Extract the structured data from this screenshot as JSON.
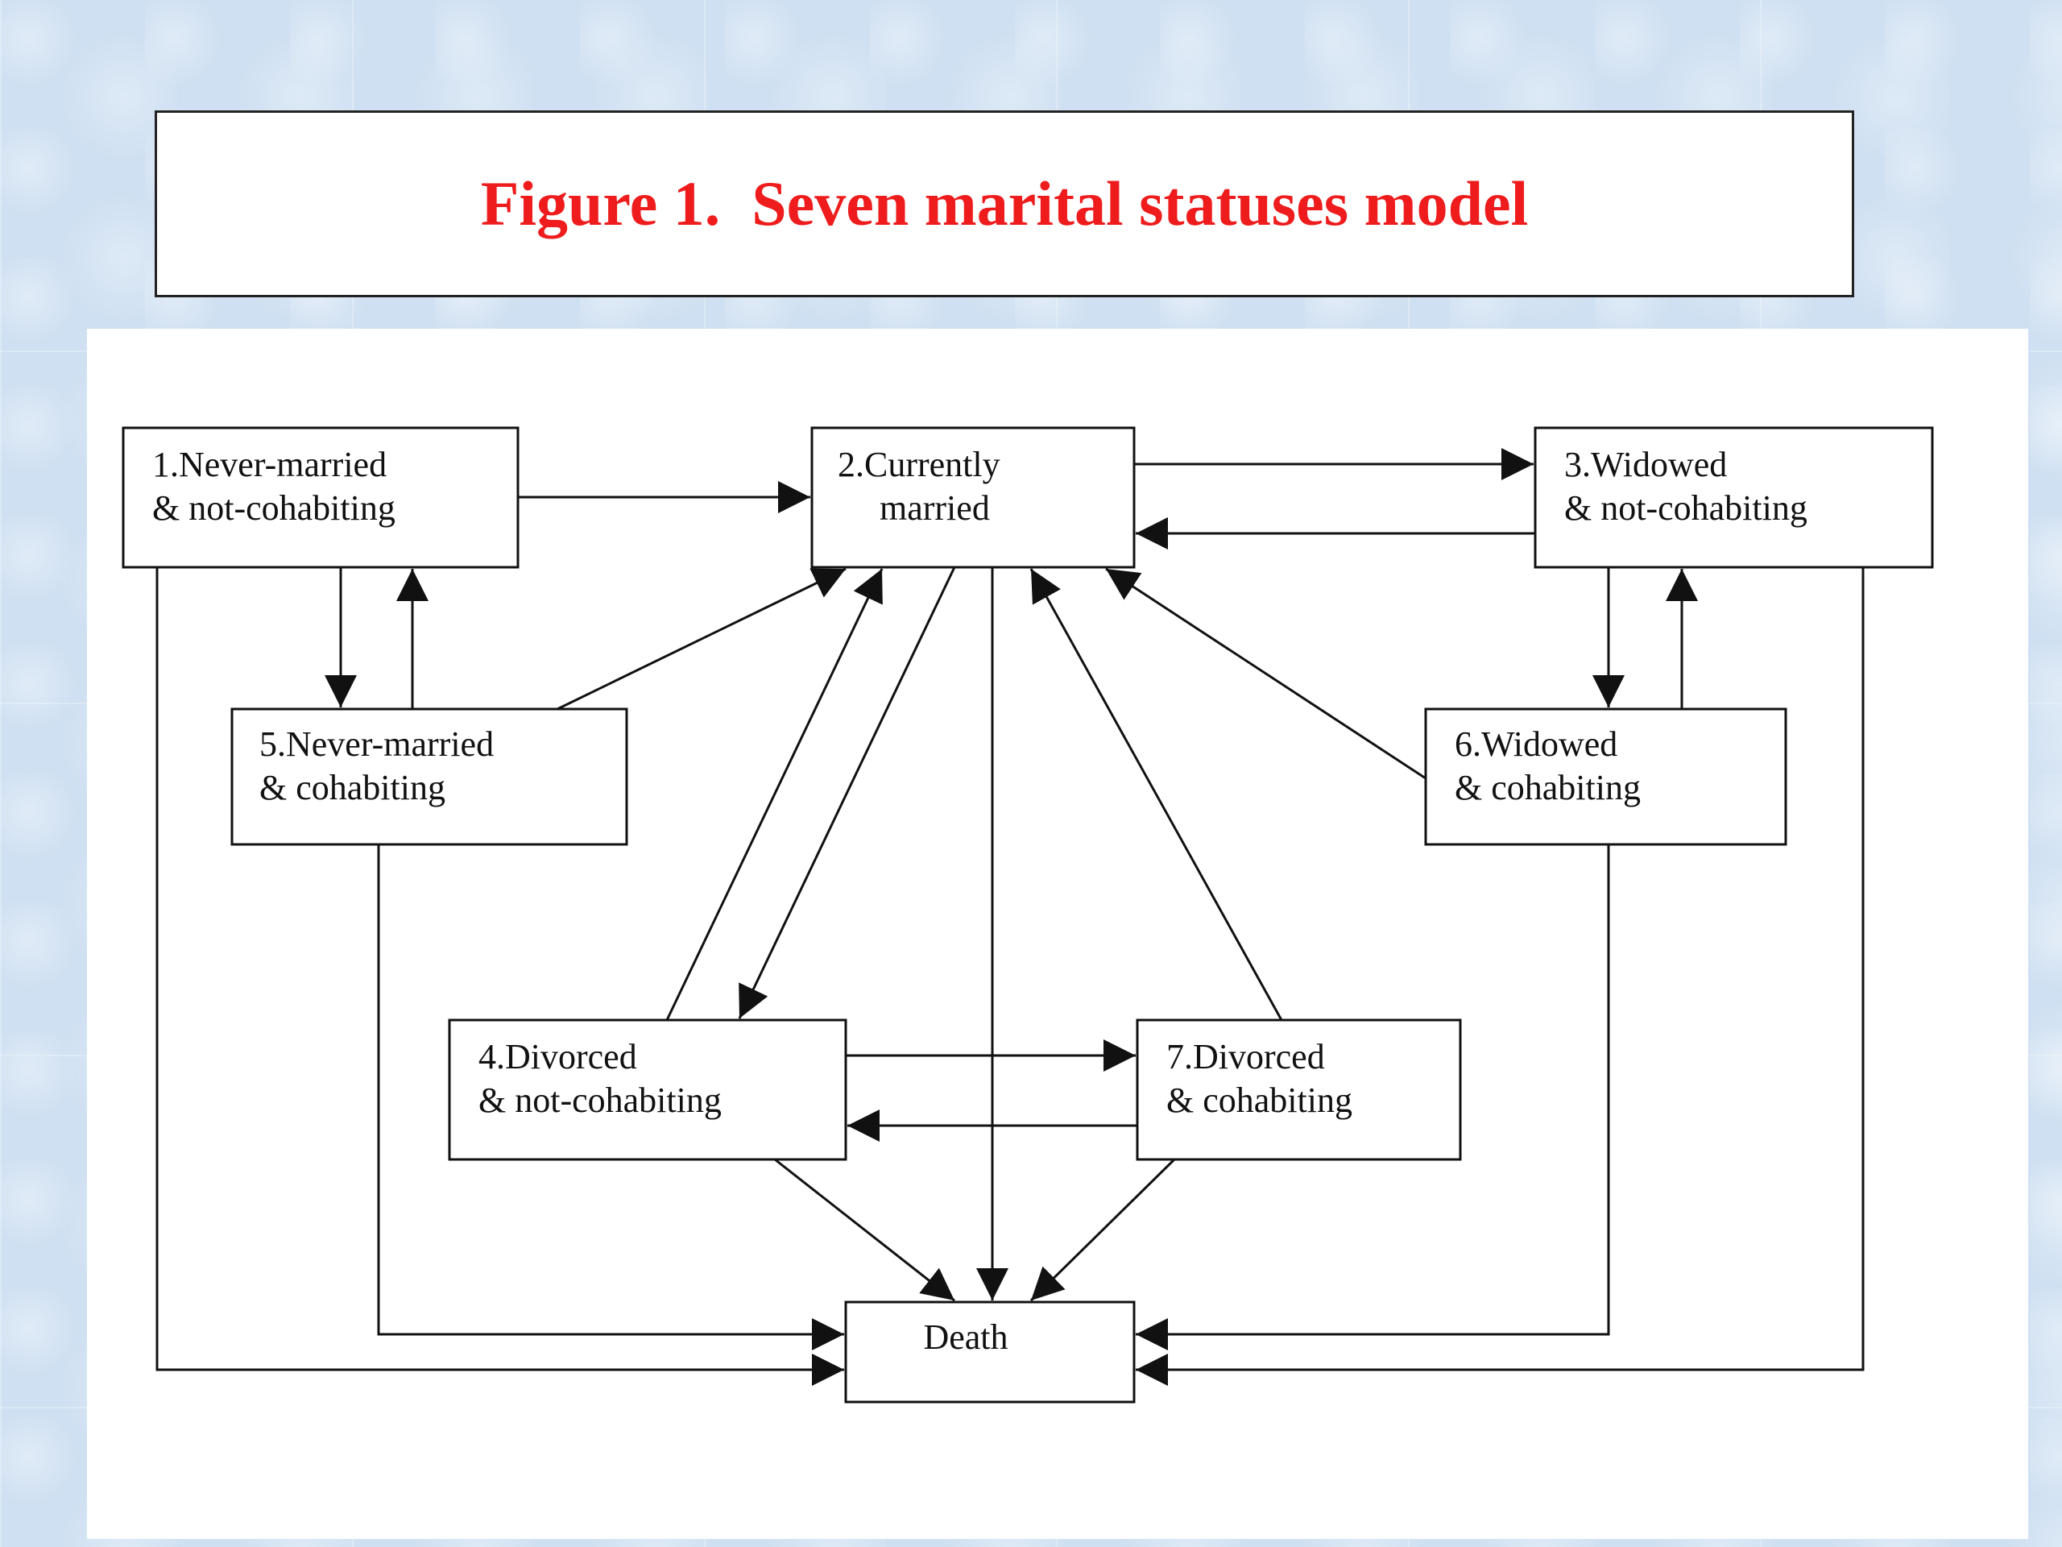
{
  "title": "Figure 1.  Seven marital statuses model",
  "nodes": [
    {
      "id": "n1",
      "lines": [
        "1.Never-married",
        "& not-cohabiting"
      ]
    },
    {
      "id": "n2",
      "lines": [
        "2.Currently",
        "married"
      ]
    },
    {
      "id": "n3",
      "lines": [
        "3.Widowed",
        "& not-cohabiting"
      ]
    },
    {
      "id": "n4",
      "lines": [
        "4.Divorced",
        "& not-cohabiting"
      ]
    },
    {
      "id": "n5",
      "lines": [
        "5.Never-married",
        "& cohabiting"
      ]
    },
    {
      "id": "n6",
      "lines": [
        "6.Widowed",
        "& cohabiting"
      ]
    },
    {
      "id": "n7",
      "lines": [
        "7.Divorced",
        "& cohabiting"
      ]
    },
    {
      "id": "death",
      "lines": [
        "Death"
      ]
    }
  ],
  "edges": [
    {
      "from": "n1",
      "to": "n2"
    },
    {
      "from": "n2",
      "to": "n3"
    },
    {
      "from": "n3",
      "to": "n2"
    },
    {
      "from": "n1",
      "to": "n5"
    },
    {
      "from": "n5",
      "to": "n1"
    },
    {
      "from": "n3",
      "to": "n6"
    },
    {
      "from": "n6",
      "to": "n3"
    },
    {
      "from": "n5",
      "to": "n2"
    },
    {
      "from": "n6",
      "to": "n2"
    },
    {
      "from": "n4",
      "to": "n2"
    },
    {
      "from": "n2",
      "to": "n4"
    },
    {
      "from": "n7",
      "to": "n2"
    },
    {
      "from": "n2",
      "to": "death"
    },
    {
      "from": "n4",
      "to": "n7"
    },
    {
      "from": "n7",
      "to": "n4"
    },
    {
      "from": "n4",
      "to": "death"
    },
    {
      "from": "n7",
      "to": "death"
    },
    {
      "from": "n5",
      "to": "death"
    },
    {
      "from": "n1",
      "to": "death"
    },
    {
      "from": "n6",
      "to": "death"
    },
    {
      "from": "n3",
      "to": "death"
    }
  ]
}
